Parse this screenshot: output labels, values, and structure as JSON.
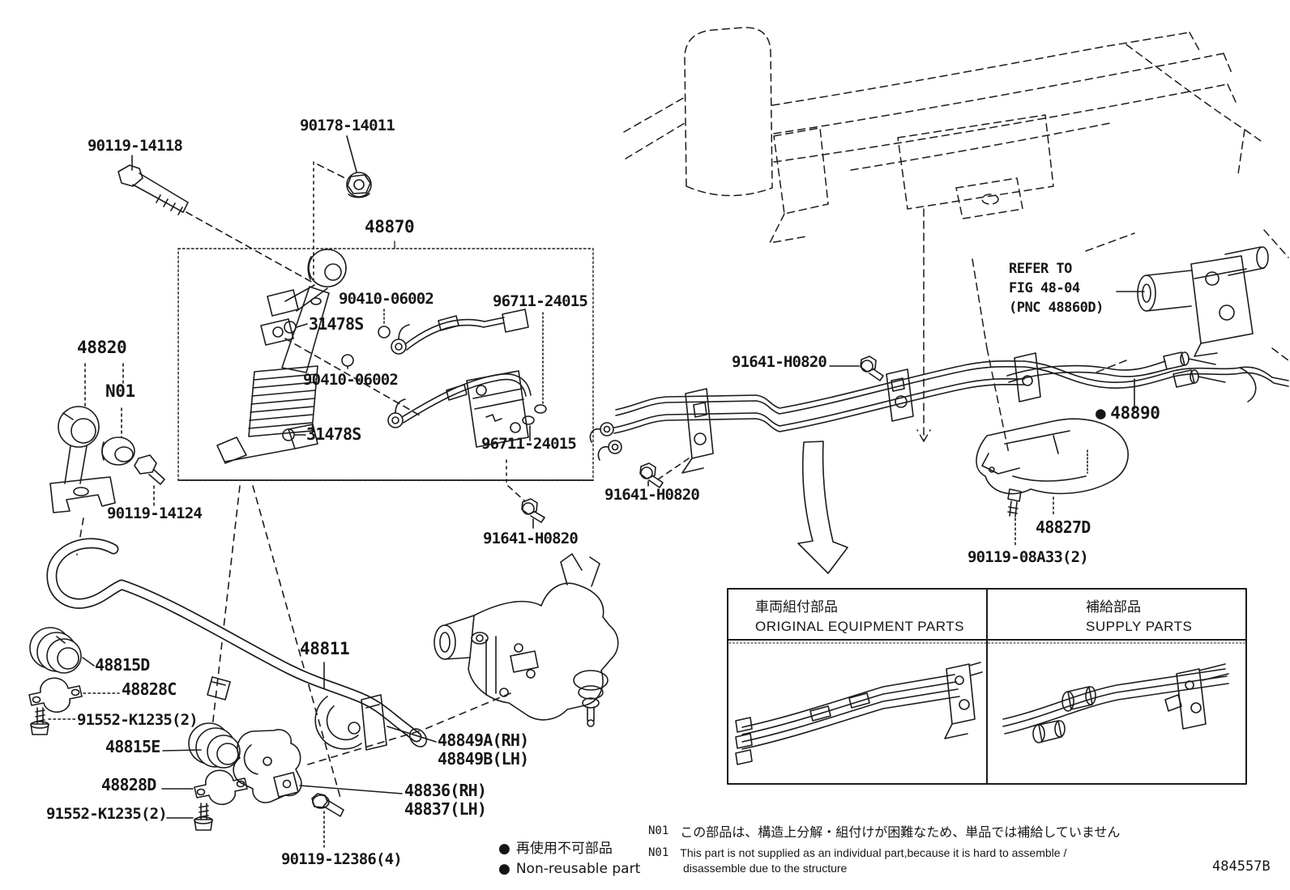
{
  "page": {
    "background": "#ffffff",
    "line_color": "#1c1c1c"
  },
  "labels": {
    "p90119_14118": "90119-14118",
    "p90178_14011": "90178-14011",
    "p48870": "48870",
    "p31478s_a": "31478S",
    "p31478s_b": "31478S",
    "p90410_06002_a": "90410-06002",
    "p90410_06002_b": "90410-06002",
    "p96711_24015_a": "96711-24015",
    "p96711_24015_b": "96711-24015",
    "p48820": "48820",
    "pn01": "N01",
    "p90119_14124": "90119-14124",
    "p91641_h0820_a": "91641-H0820",
    "p91641_h0820_b": "91641-H0820",
    "p91641_h0820_c": "91641-H0820",
    "p48890": "48890",
    "p48827d": "48827D",
    "p90119_08a33": "90119-08A33(2)",
    "p48815d": "48815D",
    "p48828c": "48828C",
    "p91552_k1235_a": "91552-K1235(2)",
    "p48815e": "48815E",
    "p48828d": "48828D",
    "p91552_k1235_b": "91552-K1235(2)",
    "p48811": "48811",
    "p48849a": "48849A(RH)",
    "p48849b": "48849B(LH)",
    "p48836": "48836(RH)",
    "p48837": "48837(LH)",
    "p90119_12386": "90119-12386(4)"
  },
  "refer_note": {
    "line1": "REFER TO",
    "line2": "FIG 48-04",
    "line3": "(PNC 48860D)"
  },
  "legend": {
    "bullet": "●",
    "jp": "再使用不可部品",
    "en": "Non-reusable part"
  },
  "table": {
    "col1_jp": "車両組付部品",
    "col1_en": "ORIGINAL EQUIPMENT PARTS",
    "col2_jp": "補給部品",
    "col2_en": "SUPPLY PARTS"
  },
  "notes": {
    "code": "N01",
    "jp": "この部品は、構造上分解・組付けが困難なため、単品では補給していません",
    "en1": "This part is not supplied as an individual part,because it is hard to assemble /",
    "en2": "disassemble due to the structure"
  },
  "footer": {
    "drawing_number": "484557B"
  }
}
